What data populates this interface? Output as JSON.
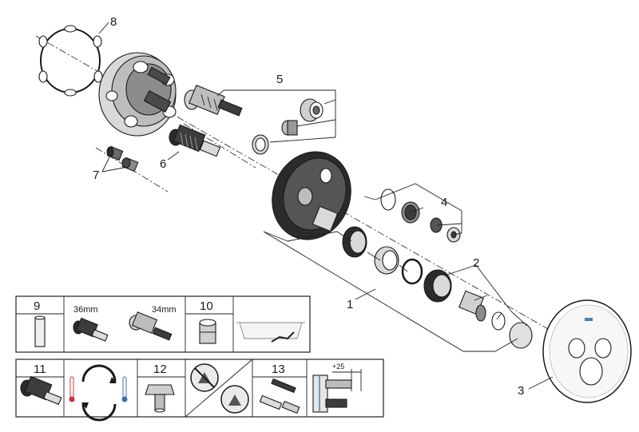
{
  "callouts": {
    "c1": "1",
    "c2": "2",
    "c3": "3",
    "c4": "4",
    "c5": "5",
    "c6": "6",
    "c7": "7",
    "c8": "8"
  },
  "legend_top": {
    "c9": "9",
    "size_36": "36mm",
    "size_34": "34mm",
    "c10": "10"
  },
  "legend_bottom": {
    "c11": "11",
    "c12": "12",
    "c13": "13",
    "dim_plus25": "+25"
  },
  "colors": {
    "line": "#1a1a1a",
    "part_dark": "#2b2b2b",
    "part_mid": "#8c8c8c",
    "part_light": "#d9d9d9",
    "accent_blue": "#4f7fae"
  }
}
